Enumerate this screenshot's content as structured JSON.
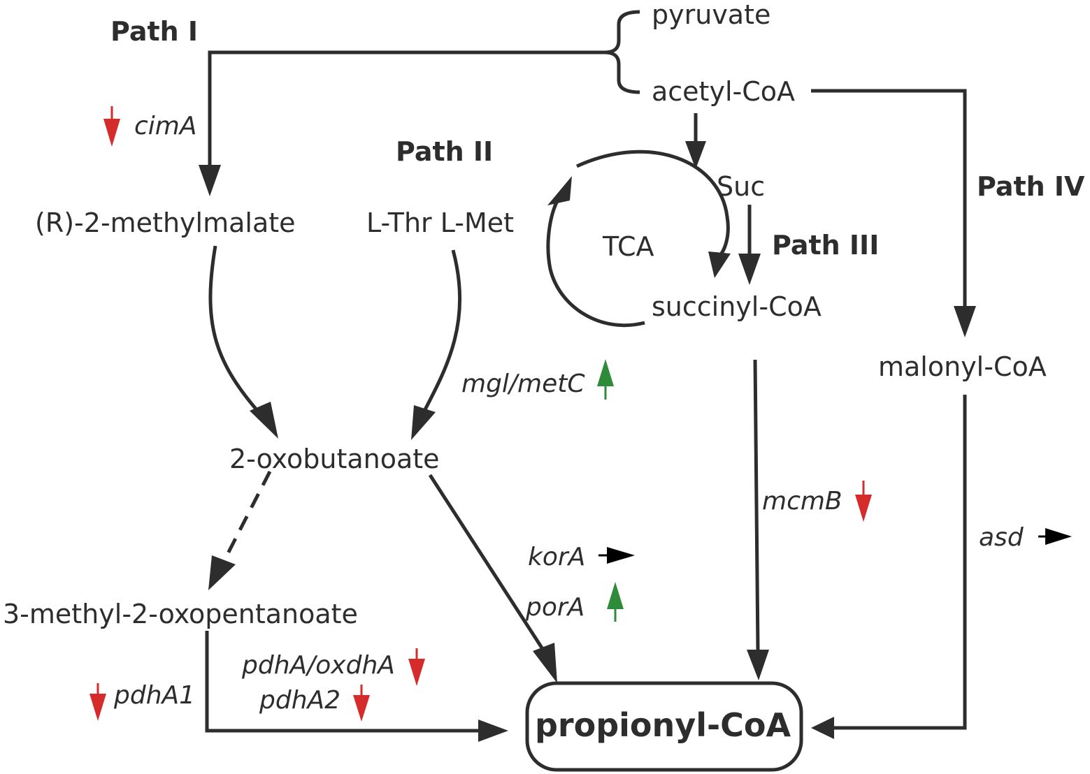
{
  "nodes": {
    "pyruvate": "pyruvate",
    "acetyl_coa": "acetyl-CoA",
    "methylmalate": "(R)-2-methylmalate",
    "thr_met": "L-Thr L-Met",
    "suc": "Suc",
    "tca": "TCA",
    "succinyl_coa": "succinyl-CoA",
    "malonyl_coa": "malonyl-CoA",
    "oxobutanoate": "2-oxobutanoate",
    "methyl_oxopentanoate": "3-methyl-2-oxopentanoate",
    "propionyl_coa": "propionyl-CoA"
  },
  "paths": {
    "p1": "Path I",
    "p2": "Path II",
    "p3": "Path III",
    "p4": "Path IV"
  },
  "genes": [
    {
      "id": "cimA",
      "label": "cimA",
      "regulation": "down"
    },
    {
      "id": "mgl",
      "label": "mgl/metC",
      "regulation": "up"
    },
    {
      "id": "mcmB",
      "label": "mcmB",
      "regulation": "down"
    },
    {
      "id": "asd",
      "label": "asd",
      "regulation": "unchanged"
    },
    {
      "id": "korA",
      "label": "korA",
      "regulation": "unchanged"
    },
    {
      "id": "porA",
      "label": "porA",
      "regulation": "up"
    },
    {
      "id": "pdhA_oxdhA",
      "label": "pdhA/oxdhA",
      "regulation": "down"
    },
    {
      "id": "pdhA2",
      "label": "pdhA2",
      "regulation": "down"
    },
    {
      "id": "pdhA1",
      "label": "pdhA1",
      "regulation": "down"
    }
  ],
  "colors": {
    "line": "#2d2d2d",
    "down": "#d62b2b",
    "up": "#2e8b3a",
    "unchanged": "#000000"
  }
}
